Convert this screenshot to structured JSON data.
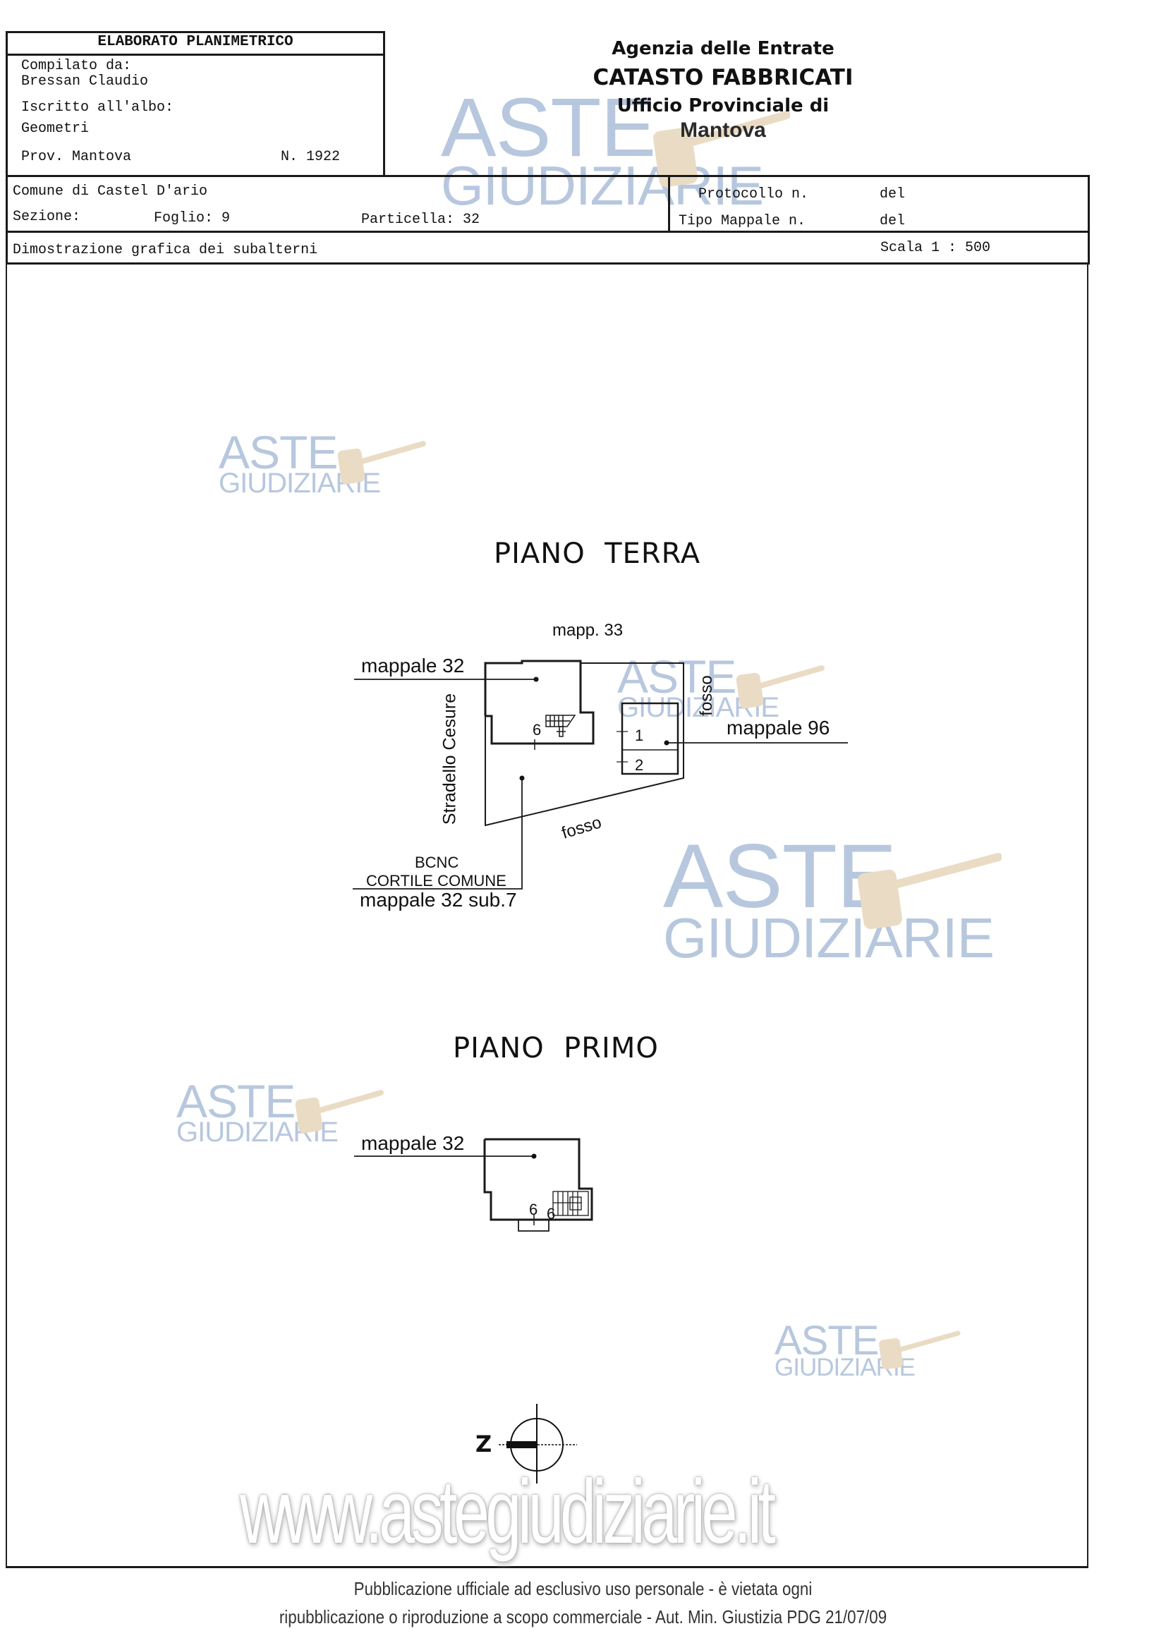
{
  "header": {
    "title_box": {
      "title": "ELABORATO PLANIMETRICO",
      "compiled_by_label": "Compilato da:",
      "compiled_by_name": "Bressan Claudio",
      "registered_label": "Iscritto all'albo:",
      "registered_value": "Geometri",
      "province": "Prov. Mantova",
      "number": "N. 1922"
    },
    "agency": {
      "line1": "Agenzia delle Entrate",
      "line2": "CATASTO FABBRICATI",
      "line3": "Ufficio Provinciale di",
      "line4": "Mantova"
    },
    "info_row": {
      "comune": "Comune di Castel D'ario",
      "sezione_label": "Sezione:",
      "foglio": "Foglio: 9",
      "particella": "Particella: 32",
      "protocollo_label": "Protocollo n.",
      "protocollo_del": "del",
      "tipo_mappale_label": "Tipo Mappale n.",
      "tipo_mappale_del": "del"
    },
    "subtitle_row": {
      "description": "Dimostrazione grafica dei subalterni",
      "scale": "Scala 1 : 500"
    }
  },
  "plans": {
    "ground_floor": {
      "heading": "PIANO  TERRA",
      "labels": {
        "north_neighbor": "mapp. 33",
        "main_parcel": "mappale 32",
        "east_parcel": "mappale 96",
        "road": "Stradello Cesure",
        "ditch_east": "fosso",
        "ditch_south": "fosso",
        "bcnc": "BCNC",
        "courtyard": "CORTILE COMUNE",
        "courtyard_parcel": "mappale 32 sub.7",
        "sub_6": "6",
        "sub_1": "1",
        "sub_2": "2"
      }
    },
    "first_floor": {
      "heading": "PIANO  PRIMO",
      "labels": {
        "main_parcel": "mappale 32",
        "sub_6a": "6",
        "sub_6b": "6"
      }
    },
    "compass": {
      "letter": "Z"
    }
  },
  "watermarks": {
    "line1": "ASTE",
    "line2": "GIUDIZIARIE",
    "url": "www.astegiudiziarie.it"
  },
  "footer": {
    "line1": "Pubblicazione ufficiale ad esclusivo uso personale - è vietata ogni",
    "line2": "ripubblicazione o riproduzione a scopo commerciale - Aut. Min. Giustizia PDG 21/07/09"
  },
  "colors": {
    "ink": "#111111",
    "watermark_blue": "#b7c7de",
    "watermark_gavel": "#eadcc4"
  }
}
